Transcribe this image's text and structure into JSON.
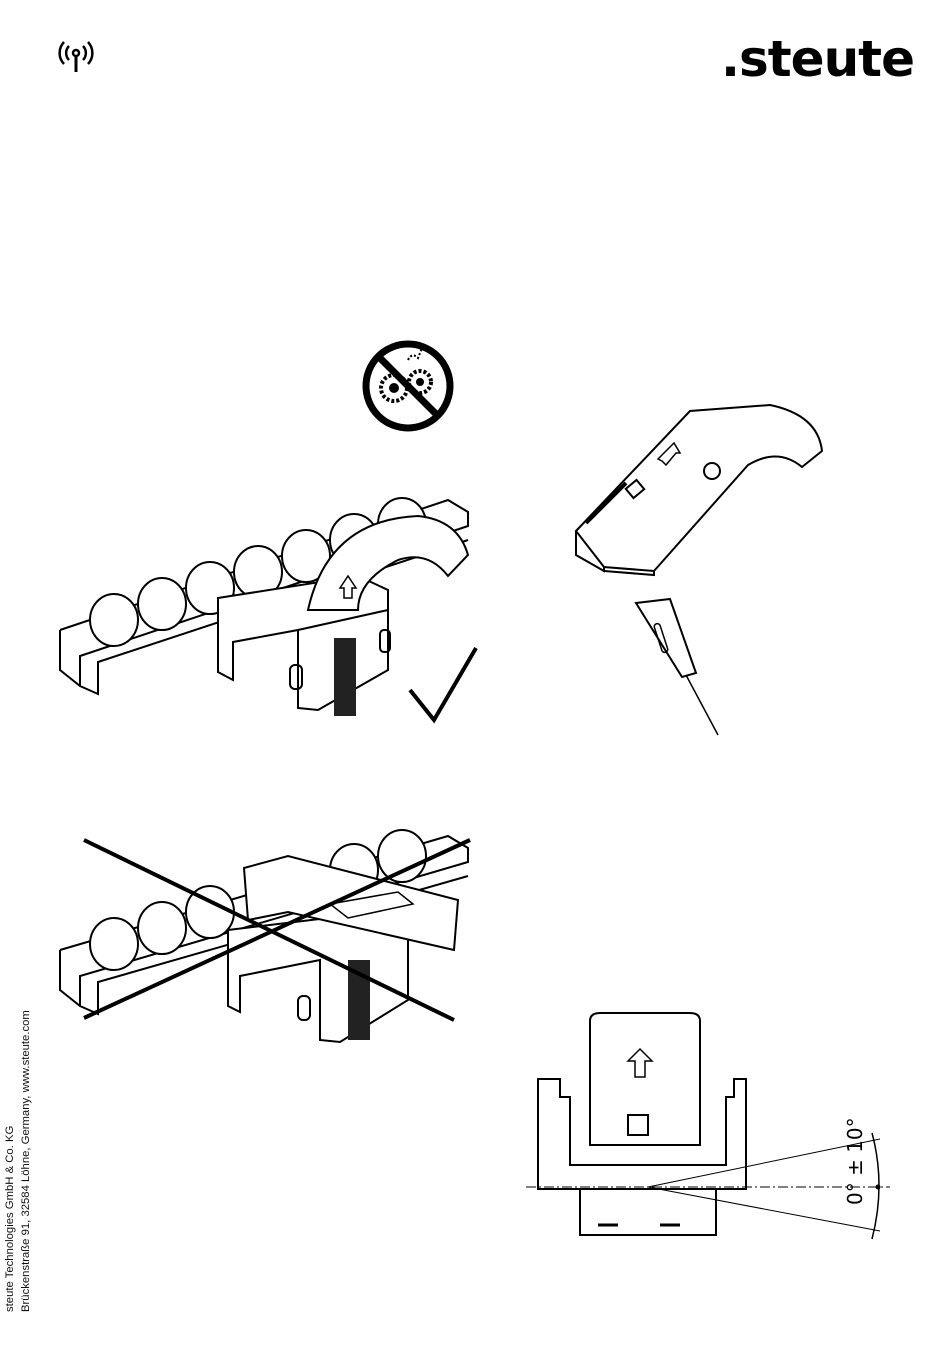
{
  "header": {
    "brand": ".steute",
    "wireless_icon": "wireless-antenna-icon"
  },
  "figures": {
    "prohibit_icon": "no-lubricant-gears-icon",
    "correct_icon": "checkmark-icon",
    "wrong_icon": "cross-out-icon",
    "angle_label": "0° ± 10°"
  },
  "footer": {
    "company": "steute Technologies GmbH & Co. KG",
    "address": "Brückenstraße 91, 32584 Löhne, Germany, www.steute.com"
  }
}
